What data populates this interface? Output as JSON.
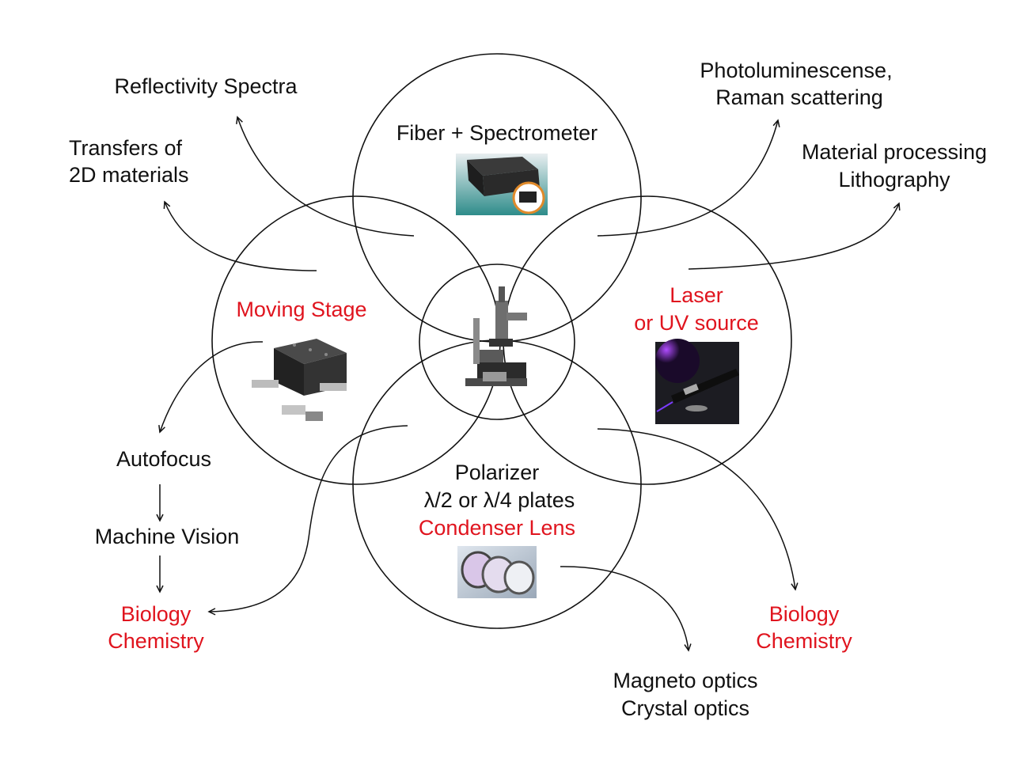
{
  "colors": {
    "black": "#111111",
    "red": "#e0141e",
    "background": "#ffffff"
  },
  "hubs": {
    "top": "Fiber + Spectrometer",
    "left": "Moving Stage",
    "right_line1": "Laser",
    "right_line2": "or UV source",
    "bottom_line1": "Polarizer",
    "bottom_line2": "λ/2 or λ/4 plates",
    "bottom_line3": "Condenser Lens"
  },
  "applications": {
    "reflectivity": "Reflectivity Spectra",
    "transfers_line1": "Transfers of",
    "transfers_line2": "2D materials",
    "photolum_line1": "Photoluminescense,",
    "photolum_line2": "Raman scattering",
    "material_line1": "Material processing",
    "material_line2": "Lithography",
    "autofocus": "Autofocus",
    "machine_vision": "Machine Vision",
    "bio_left_line1": "Biology",
    "bio_left_line2": "Chemistry",
    "bio_right_line1": "Biology",
    "bio_right_line2": "Chemistry",
    "magneto_line1": "Magneto optics",
    "magneto_line2": "Crystal optics"
  },
  "images": {
    "center": "microscope-image",
    "top": "spectrometer-image",
    "left": "xyz-stage-image",
    "right": "laser-pointer-image",
    "bottom": "polarizer-lenses-image"
  }
}
